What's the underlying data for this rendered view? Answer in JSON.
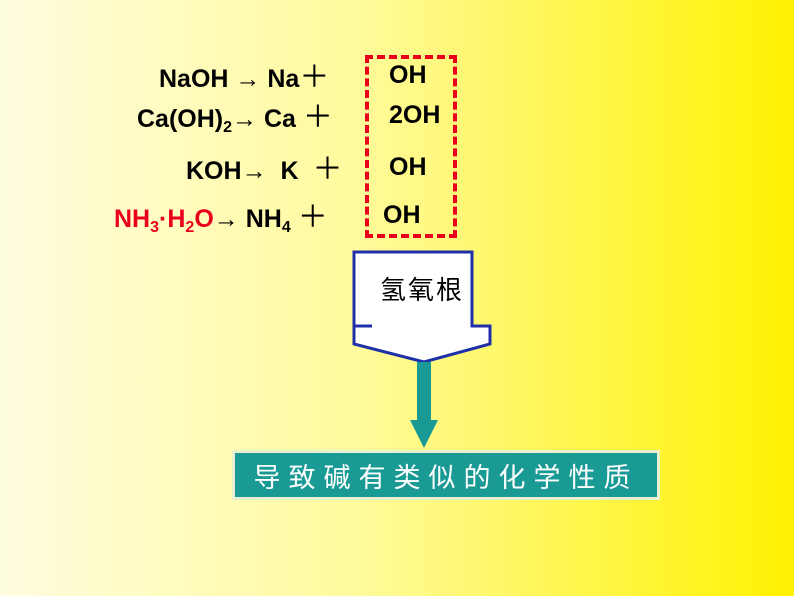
{
  "equations": [
    {
      "lhs": "NaOH",
      "arrow": "→",
      "cation": "Na",
      "plus": "＋",
      "anion": "OH"
    },
    {
      "lhs_main": "Ca(OH)",
      "lhs_sub": "2",
      "arrow": "→",
      "cation": "Ca",
      "plus": "＋",
      "anion": "2OH"
    },
    {
      "lhs": "KOH",
      "arrow": "→",
      "cation": "K",
      "plus": "＋",
      "anion": "OH"
    },
    {
      "lhs_nh": "NH",
      "lhs_sub1": "3",
      "lhs_dot": "·H",
      "lhs_sub2": "2",
      "lhs_o": "O",
      "arrow": "→",
      "cation_main": "NH",
      "cation_sub": "4",
      "plus": "＋",
      "anion": "OH"
    }
  ],
  "callout": {
    "text": "氢氧根"
  },
  "conclusion": {
    "text": "导致碱有类似的化学性质"
  },
  "colors": {
    "highlight": "#e8001c",
    "banner": "#1a9a94",
    "arrow": "#1a9a94",
    "callout_border": "#1f2fa8"
  }
}
